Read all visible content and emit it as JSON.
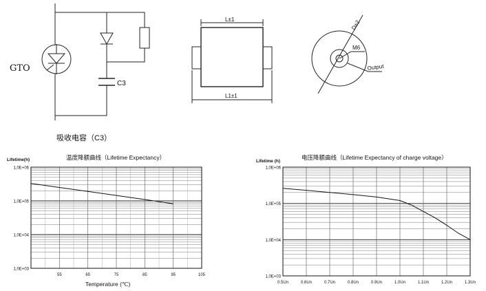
{
  "circuit": {
    "gto_label": "GTO",
    "capacitor_label": "C3",
    "caption": "吸收电容（C3）"
  },
  "dimensions": {
    "top_length": "L±1",
    "bottom_length": "L1±1",
    "diameter": "D±2",
    "thread": "M6",
    "output": "Output"
  },
  "chart_data": [
    {
      "type": "line",
      "title": "温度降额曲线（Lifetime Expectancy）",
      "ylabel": "Lifetime(h)",
      "xlabel": "Temperature (℃)",
      "y_scale": "log",
      "ylim": [
        1000,
        1000000
      ],
      "xlim": [
        45,
        105
      ],
      "x_ticks": [
        "55",
        "65",
        "75",
        "85",
        "95",
        "105"
      ],
      "y_ticks": [
        "1,0E+06",
        "1,0E+05",
        "1,0E+04",
        "1,0E+03"
      ],
      "grid": true,
      "series": [
        {
          "x": [
            45,
            55,
            65,
            75,
            85,
            95
          ],
          "y": [
            330000,
            250000,
            190000,
            145000,
            110000,
            82000
          ]
        }
      ]
    },
    {
      "type": "line",
      "title": "电压降额曲线（Lifetime Expectancy of charge voltage）",
      "ylabel": "Lifetime (h)",
      "xlabel": "",
      "y_scale": "log",
      "ylim": [
        1000,
        1000000
      ],
      "xlim": [
        0.5,
        1.3
      ],
      "x_ticks": [
        "0.5Un",
        "0.6Un",
        "0.7Un",
        "0.8Un",
        "0.9Un",
        "1.0Un",
        "1.1Un",
        "1.2Un",
        "1.3Un"
      ],
      "y_ticks": [
        "1,0E+06",
        "1,0E+05",
        "1,0E+04",
        "1,0E+03"
      ],
      "grid": true,
      "series": [
        {
          "x": [
            0.5,
            0.6,
            0.7,
            0.8,
            0.9,
            1.0,
            1.05,
            1.1,
            1.15,
            1.2,
            1.25,
            1.3
          ],
          "y": [
            260000,
            230000,
            200000,
            175000,
            150000,
            120000,
            90000,
            60000,
            40000,
            25000,
            15000,
            10000
          ]
        }
      ]
    }
  ]
}
